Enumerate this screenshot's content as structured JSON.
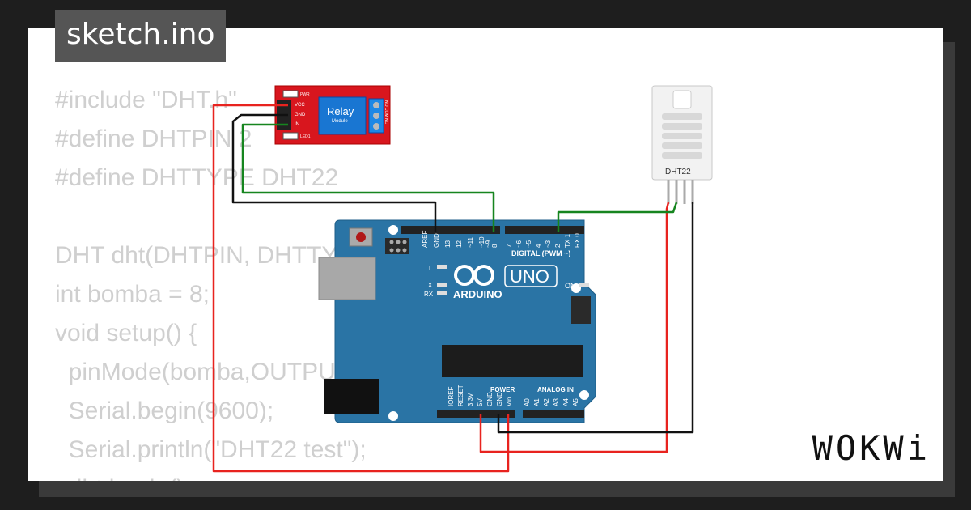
{
  "filename": "sketch.ino",
  "code_lines": [
    "#include \"DHT.h\"",
    "#define DHTPIN 2",
    "#define DHTTYPE DHT22",
    "",
    "DHT dht(DHTPIN, DHTTYPE);",
    "int bomba = 8;",
    "void setup() {",
    "  pinMode(bomba,OUTPUT);",
    "  Serial.begin(9600);",
    "  Serial.println(\"DHT22 test\");",
    "  dht.begin();"
  ],
  "relay": {
    "title": "Relay",
    "subtitle": "Module",
    "pins": [
      "VCC",
      "GND",
      "IN"
    ],
    "pwr_label": "PWR",
    "led_label": "LED1",
    "terminal_label": "NO COM NC"
  },
  "dht22": {
    "label": "DHT22"
  },
  "arduino": {
    "brand": "ARDUINO",
    "model": "UNO",
    "on_label": "ON",
    "digital_label": "DIGITAL (PWM ~)",
    "power_label": "POWER",
    "analog_label": "ANALOG IN",
    "led_labels": [
      "L",
      "TX",
      "RX"
    ],
    "digital_pins_left": [
      "AREF",
      "GND",
      "13",
      "12",
      "~11",
      "~10",
      "~9",
      "8"
    ],
    "digital_pins_right": [
      "7",
      "~6",
      "~5",
      "4",
      "~3",
      "2",
      "TX 1",
      "RX 0"
    ],
    "power_pins": [
      "IOREF",
      "RESET",
      "3.3V",
      "5V",
      "GND",
      "GND",
      "Vin"
    ],
    "analog_pins": [
      "A0",
      "A1",
      "A2",
      "A3",
      "A4",
      "A5"
    ]
  },
  "wire_colors": {
    "red": "#e8231f",
    "black": "#111111",
    "green": "#16851f"
  },
  "brand_logo": "WOKWi"
}
